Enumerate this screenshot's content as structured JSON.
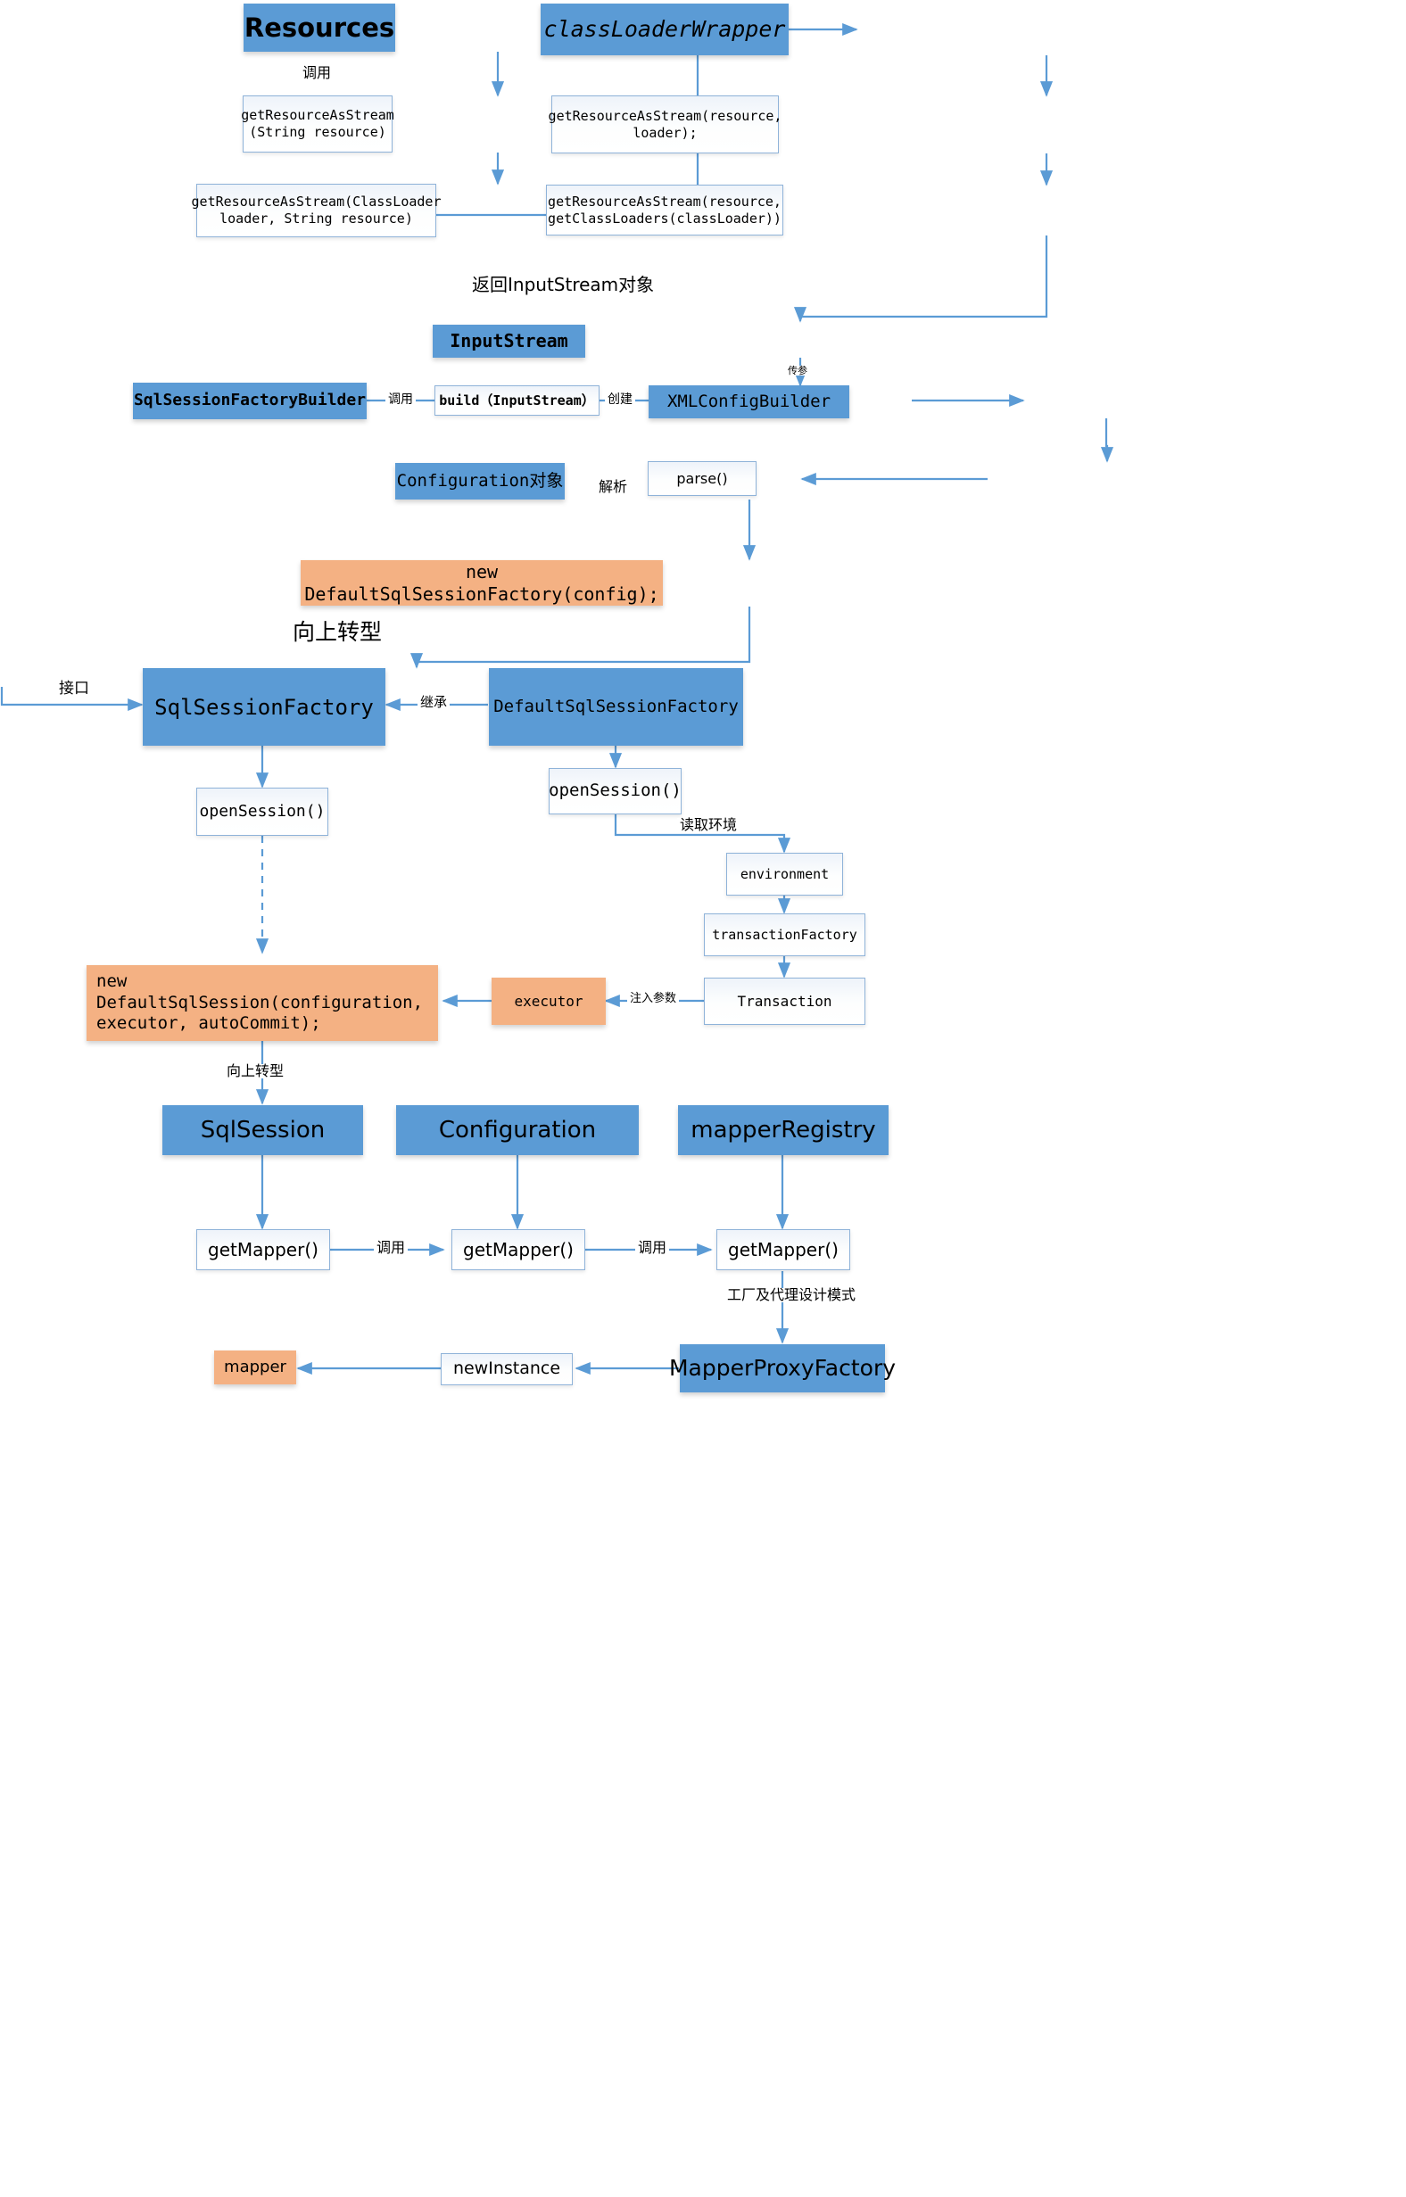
{
  "diagram": {
    "title": "MyBatis SqlSessionFactory / SqlSession / Mapper flow",
    "colors": {
      "blue": "#5b9bd5",
      "orange": "#f4b183",
      "white": "#fbfdff",
      "edge": "#5b9bd5",
      "border": "#8fb3d9"
    },
    "nodes": [
      {
        "id": "resources",
        "label": "Resources",
        "kind": "blue"
      },
      {
        "id": "classloaderwrapper",
        "label": "classLoaderWrapper",
        "kind": "blue"
      },
      {
        "id": "getras_string",
        "label": "getResourceAsStream\n(String resource)",
        "kind": "white"
      },
      {
        "id": "getras_resource_loader",
        "label": "getResourceAsStream(resource,\nloader);",
        "kind": "white"
      },
      {
        "id": "getras_classloader",
        "label": "getResourceAsStream(ClassLoader\nloader, String resource)",
        "kind": "white"
      },
      {
        "id": "getras_getclassloaders",
        "label": "getResourceAsStream(resource,\ngetClassLoaders(classLoader))",
        "kind": "white"
      },
      {
        "id": "inputstream",
        "label": "InputStream",
        "kind": "blue"
      },
      {
        "id": "sqlsessionfactorybuilder",
        "label": "SqlSessionFactoryBuilder",
        "kind": "blue"
      },
      {
        "id": "build",
        "label": "build（InputStream）",
        "kind": "white"
      },
      {
        "id": "xmlconfigbuilder",
        "label": "XMLConfigBuilder",
        "kind": "blue"
      },
      {
        "id": "parse",
        "label": "parse()",
        "kind": "white"
      },
      {
        "id": "configuration_obj",
        "label": "Configuration对象",
        "kind": "blue"
      },
      {
        "id": "new_defaultsqlsessionfactory",
        "label": "new DefaultSqlSessionFactory(config);",
        "kind": "orange"
      },
      {
        "id": "sqlsessionfactory",
        "label": "SqlSessionFactory",
        "kind": "blue"
      },
      {
        "id": "defaultsqlsessionfactory",
        "label": "DefaultSqlSessionFactory",
        "kind": "blue"
      },
      {
        "id": "opensession_left",
        "label": "openSession()",
        "kind": "white"
      },
      {
        "id": "opensession_right",
        "label": "openSession()",
        "kind": "white"
      },
      {
        "id": "environment",
        "label": "environment",
        "kind": "white"
      },
      {
        "id": "transactionfactory",
        "label": "transactionFactory",
        "kind": "white"
      },
      {
        "id": "transaction",
        "label": "Transaction",
        "kind": "white"
      },
      {
        "id": "executor",
        "label": "executor",
        "kind": "orange"
      },
      {
        "id": "new_defaultsqlsession",
        "label": "new DefaultSqlSession(configuration,\nexecutor, autoCommit);",
        "kind": "orange"
      },
      {
        "id": "sqlsession",
        "label": "SqlSession",
        "kind": "blue"
      },
      {
        "id": "configuration",
        "label": "Configuration",
        "kind": "blue"
      },
      {
        "id": "mapperregistry",
        "label": "mapperRegistry",
        "kind": "blue"
      },
      {
        "id": "getmapper_1",
        "label": "getMapper()",
        "kind": "white"
      },
      {
        "id": "getmapper_2",
        "label": "getMapper()",
        "kind": "white"
      },
      {
        "id": "getmapper_3",
        "label": "getMapper()",
        "kind": "white"
      },
      {
        "id": "mapperproxyfactory",
        "label": "MapperProxyFactory",
        "kind": "blue"
      },
      {
        "id": "newinstance",
        "label": "newInstance",
        "kind": "white"
      },
      {
        "id": "mapper",
        "label": "mapper",
        "kind": "orange"
      }
    ],
    "edge_labels": [
      {
        "id": "call-1",
        "text": "调用"
      },
      {
        "id": "return-stream",
        "text": "返回InputStream对象"
      },
      {
        "id": "pass-param",
        "text": "传参"
      },
      {
        "id": "call-2",
        "text": "调用"
      },
      {
        "id": "create",
        "text": "创建"
      },
      {
        "id": "parse-label",
        "text": "解析"
      },
      {
        "id": "upcast-1",
        "text": "向上转型"
      },
      {
        "id": "interface",
        "text": "接口"
      },
      {
        "id": "inherit",
        "text": "继承"
      },
      {
        "id": "read-env",
        "text": "读取环境"
      },
      {
        "id": "inject-param",
        "text": "注入参数"
      },
      {
        "id": "upcast-2",
        "text": "向上转型"
      },
      {
        "id": "call-3",
        "text": "调用"
      },
      {
        "id": "call-4",
        "text": "调用"
      },
      {
        "id": "factory-proxy",
        "text": "工厂及代理设计模式"
      }
    ]
  }
}
